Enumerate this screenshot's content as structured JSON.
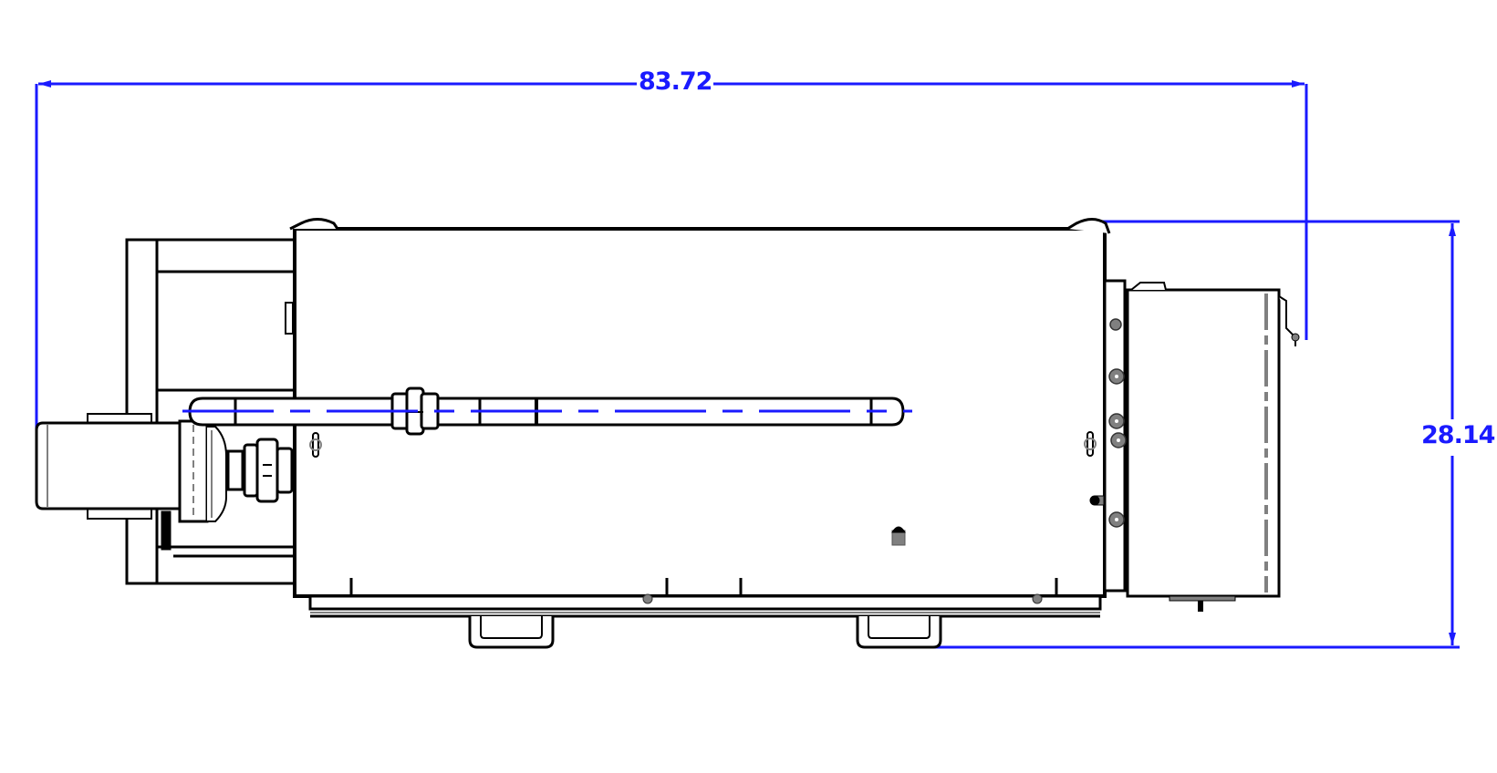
{
  "drawing": {
    "view": "top view",
    "colors": {
      "dimension": "#1a1aff",
      "outline": "#000000",
      "hidden": "#808080",
      "background": "#ffffff"
    },
    "dimensions": {
      "overall_length": {
        "value": "83.72",
        "orientation": "horizontal"
      },
      "overall_width": {
        "value": "28.14",
        "orientation": "vertical"
      }
    },
    "components": [
      "motor",
      "motor-mount-frame",
      "coupling",
      "valve-assembly",
      "main-tank",
      "spray-pipe",
      "pipe-union",
      "side-panel",
      "control-box",
      "bottom-rail",
      "handle-left",
      "handle-right"
    ]
  }
}
